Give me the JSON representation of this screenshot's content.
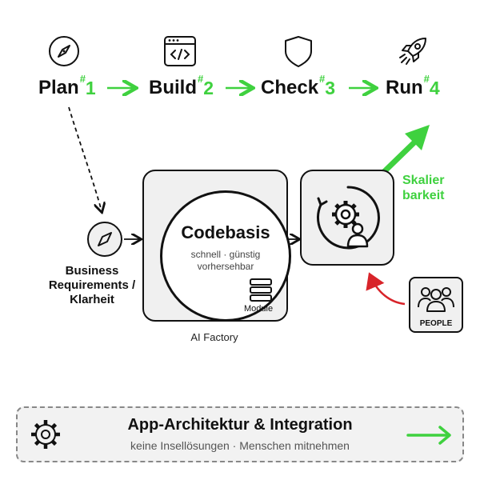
{
  "stages": [
    {
      "name": "Plan",
      "hash": "#",
      "num": "1",
      "icon": "compass-icon"
    },
    {
      "name": "Build",
      "hash": "#",
      "num": "2",
      "icon": "code-window-icon"
    },
    {
      "name": "Check",
      "hash": "#",
      "num": "3",
      "icon": "shield-icon"
    },
    {
      "name": "Run",
      "hash": "#",
      "num": "4",
      "icon": "rocket-icon"
    }
  ],
  "factory": {
    "title": "Codebasis",
    "subtitle_line1": "schnell · günstig",
    "subtitle_line2": "vorhersehbar",
    "module_label": "Module",
    "label": "AI Factory"
  },
  "business": {
    "line1": "Business",
    "line2": "Requirements /",
    "line3": "Klarheit"
  },
  "scaling": {
    "line1": "Skalier",
    "line2": "barkeit"
  },
  "people": {
    "label": "PEOPLE"
  },
  "bottom": {
    "title": "App-Architektur & Integration",
    "subtitle": "keine Insellösungen · Menschen mitnehmen"
  },
  "colors": {
    "accent_green": "#3fd13f",
    "feedback_red": "#d8242a",
    "ink": "#111111",
    "panel_bg": "#f0f0f0"
  }
}
